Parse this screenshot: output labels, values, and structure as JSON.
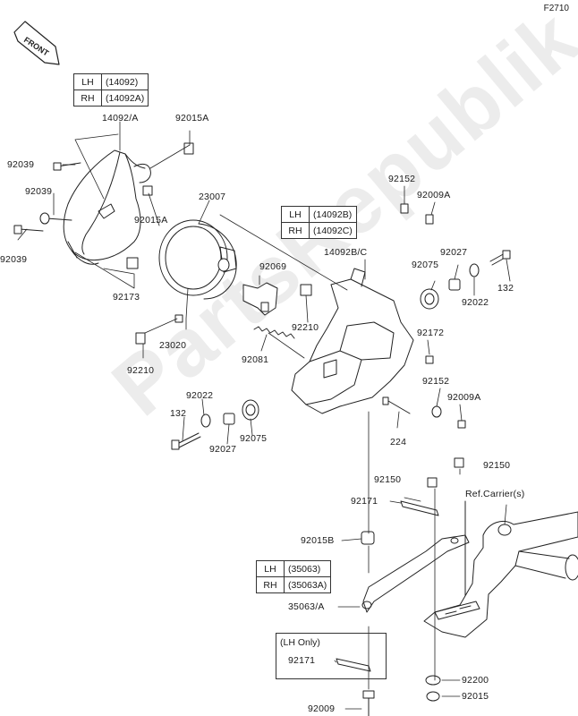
{
  "diagram_code": "F2710",
  "front_label": "FRONT",
  "watermark_text": "PartsRepublik",
  "tables": {
    "headlight_cover": [
      {
        "side": "LH",
        "part": "(14092)"
      },
      {
        "side": "RH",
        "part": "(14092A)"
      }
    ],
    "headlight_bracket": [
      {
        "side": "LH",
        "part": "(14092B)"
      },
      {
        "side": "RH",
        "part": "(14092C)"
      }
    ],
    "stay": [
      {
        "side": "LH",
        "part": "(35063)"
      },
      {
        "side": "RH",
        "part": "(35063A)"
      }
    ]
  },
  "lh_only_label": "(LH Only)",
  "labels": {
    "p14092a": "14092/A",
    "p92015a_top": "92015A",
    "p92039_top": "92039",
    "p92039_mid": "92039",
    "p92039_bot": "92039",
    "p23007": "23007",
    "p92015a_mid": "92015A",
    "p92173": "92173",
    "p92069": "92069",
    "p23020": "23020",
    "p92210_left": "92210",
    "p92210_mid": "92210",
    "p92081": "92081",
    "p14092bc": "14092B/C",
    "p92152_top": "92152",
    "p92009a_top": "92009A",
    "p92075_right": "92075",
    "p92027_right": "92027",
    "p132_right": "132",
    "p92022_right": "92022",
    "p92172": "92172",
    "p92152_bot": "92152",
    "p92009a_bot": "92009A",
    "p224": "224",
    "p92022_left": "92022",
    "p132_left": "132",
    "p92027_left": "92027",
    "p92075_left": "92075",
    "p92150_left": "92150",
    "p92150_right": "92150",
    "p92171_top": "92171",
    "ref_carrier": "Ref.Carrier(s)",
    "p92015b": "92015B",
    "p35063a": "35063/A",
    "p92171_bot": "92171",
    "p92200": "92200",
    "p92015": "92015",
    "p92009": "92009"
  }
}
